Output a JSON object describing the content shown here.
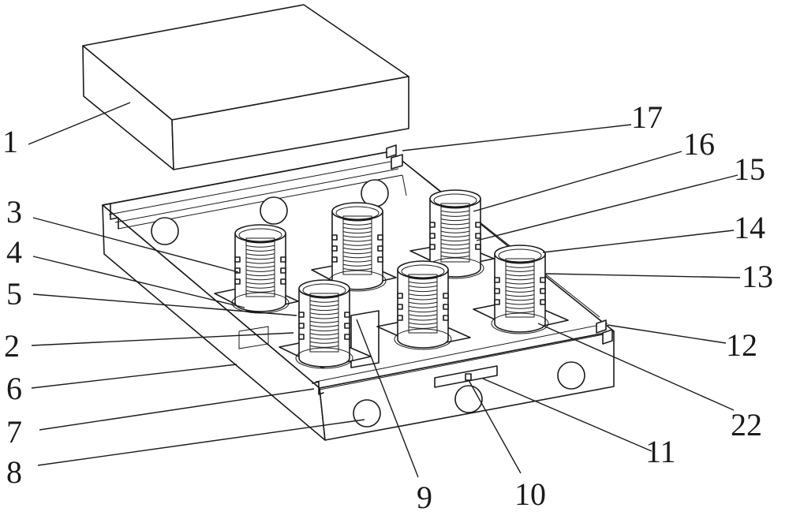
{
  "labels": [
    {
      "id": "label-1",
      "text": "1"
    },
    {
      "id": "label-2",
      "text": "2"
    },
    {
      "id": "label-3",
      "text": "3"
    },
    {
      "id": "label-4",
      "text": "4"
    },
    {
      "id": "label-5",
      "text": "5"
    },
    {
      "id": "label-6",
      "text": "6"
    },
    {
      "id": "label-7",
      "text": "7"
    },
    {
      "id": "label-8",
      "text": "8"
    },
    {
      "id": "label-9",
      "text": "9"
    },
    {
      "id": "label-10",
      "text": "10"
    },
    {
      "id": "label-11",
      "text": "11"
    },
    {
      "id": "label-12",
      "text": "12"
    },
    {
      "id": "label-13",
      "text": "13"
    },
    {
      "id": "label-14",
      "text": "14"
    },
    {
      "id": "label-15",
      "text": "15"
    },
    {
      "id": "label-16",
      "text": "16"
    },
    {
      "id": "label-17",
      "text": "17"
    },
    {
      "id": "label-22",
      "text": "22"
    }
  ],
  "colors": {
    "ink": "#1a1a1a",
    "paper": "#ffffff"
  }
}
